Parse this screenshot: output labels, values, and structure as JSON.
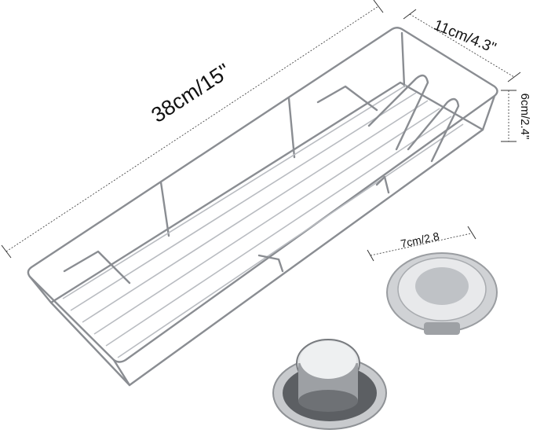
{
  "product": {
    "dimensions": {
      "length": "38cm/15\"",
      "width": "11cm/4.3\"",
      "height": "6cm/2.4\"",
      "suction_cup_diameter": "7cm/2.8"
    },
    "colors": {
      "wire": "#8a8d92",
      "chrome": "#c8cacd",
      "background": "#ffffff"
    }
  }
}
